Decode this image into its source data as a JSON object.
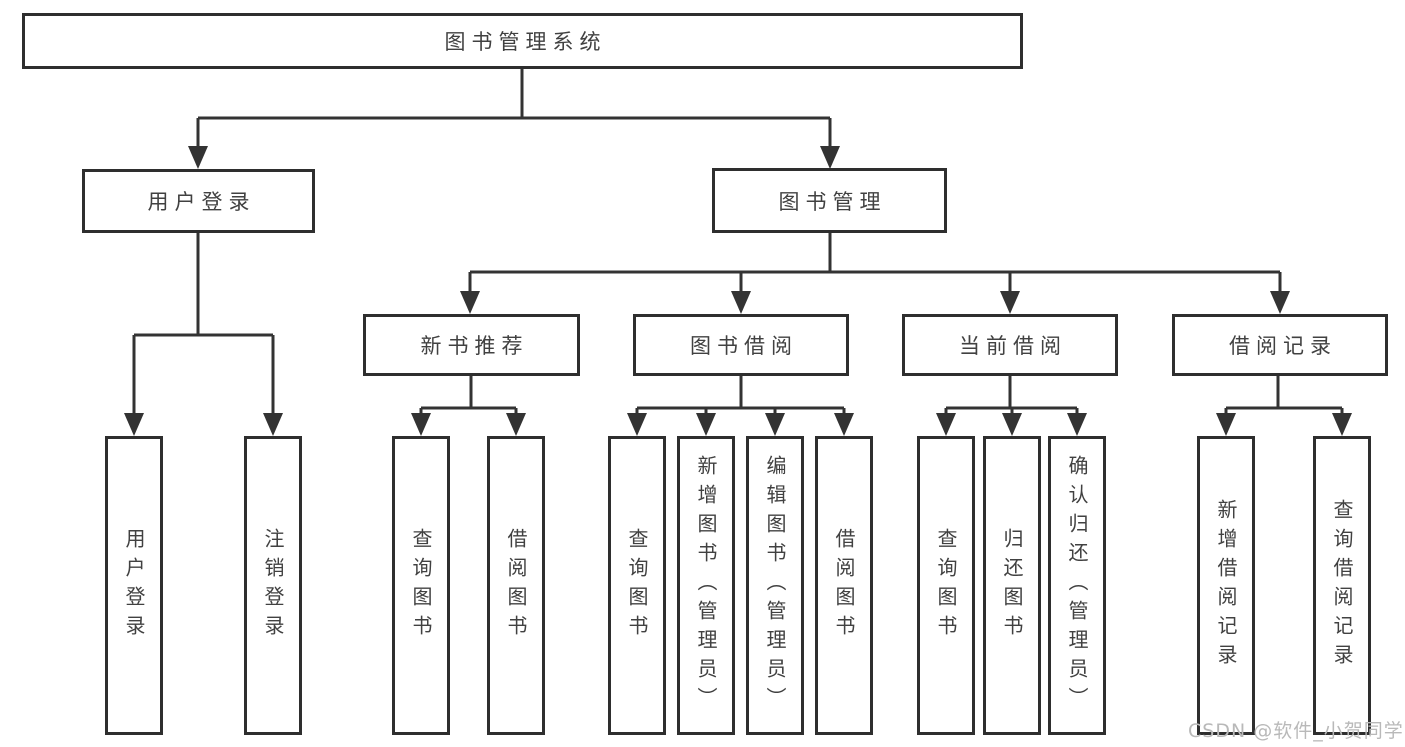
{
  "diagram": {
    "root": {
      "label": "图书管理系统"
    },
    "children": [
      {
        "label": "用户登录",
        "leaves": [
          {
            "label": "用户登录"
          },
          {
            "label": "注销登录"
          }
        ]
      },
      {
        "label": "图书管理",
        "children": [
          {
            "label": "新书推荐",
            "leaves": [
              {
                "label": "查询图书"
              },
              {
                "label": "借阅图书"
              }
            ]
          },
          {
            "label": "图书借阅",
            "leaves": [
              {
                "label": "查询图书"
              },
              {
                "label": "新增图书（管理员）"
              },
              {
                "label": "编辑图书（管理员）"
              },
              {
                "label": "借阅图书"
              }
            ]
          },
          {
            "label": "当前借阅",
            "leaves": [
              {
                "label": "查询图书"
              },
              {
                "label": "归还图书"
              },
              {
                "label": "确认归还（管理员）"
              }
            ]
          },
          {
            "label": "借阅记录",
            "leaves": [
              {
                "label": "新增借阅记录"
              },
              {
                "label": "查询借阅记录"
              }
            ]
          }
        ]
      }
    ]
  },
  "watermark": "CSDN @软件_小贺同学",
  "colors": {
    "line": "#333333",
    "box_border": "#2e2e2e",
    "text": "#414141",
    "watermark": "#b9b9b9"
  }
}
